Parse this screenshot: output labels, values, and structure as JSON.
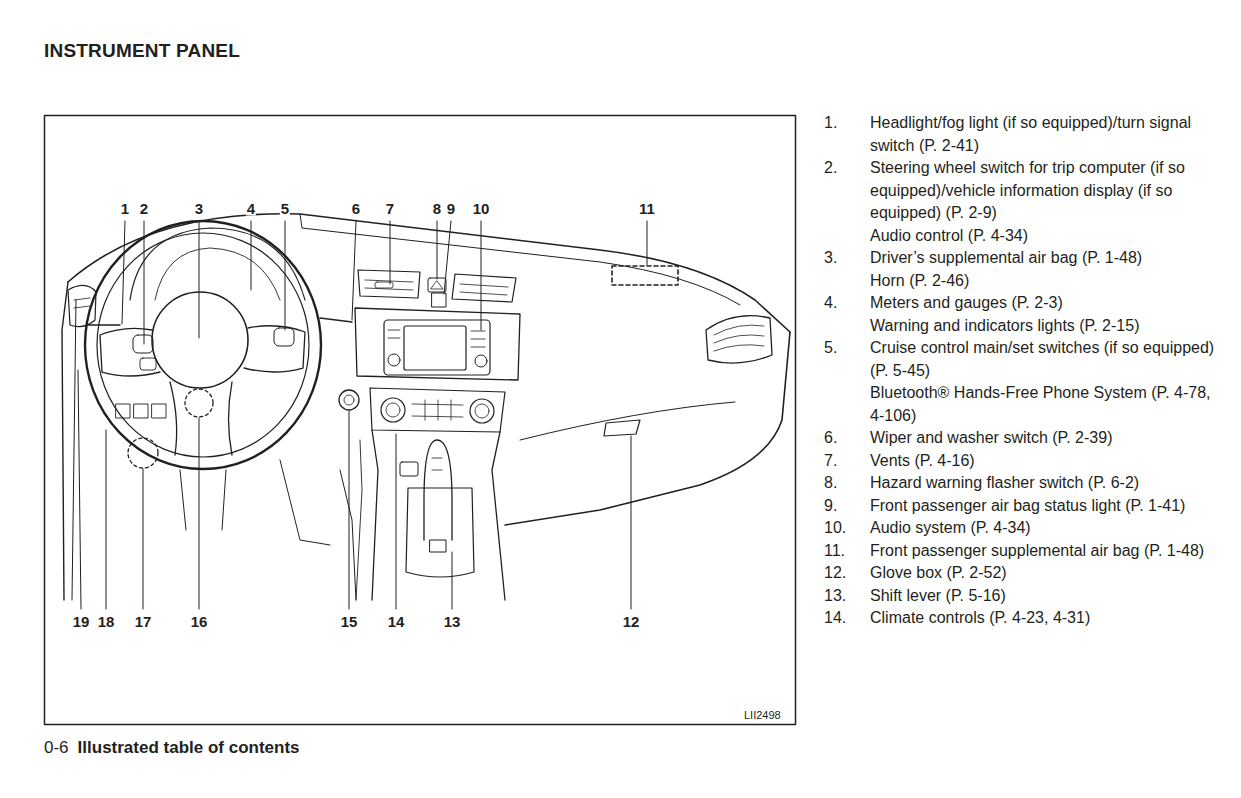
{
  "diagram": {
    "title": "INSTRUMENT PANEL",
    "labels": [
      "1",
      "2",
      "3",
      "4",
      "5",
      "6",
      "7",
      "8",
      "9",
      "10",
      "11",
      "19",
      "18",
      "17",
      "16",
      "15",
      "14",
      "13",
      "12",
      "1.",
      "Headlight/fog light (if so equipped)/turn signal switch (P. 2-41)",
      "2.",
      "Steering wheel switch for trip computer (if so equipped)/vehicle information display (if so equipped) (P. 2-9)",
      "Audio control (P. 4-34)",
      "3.",
      "Driver’s supplemental air bag (P. 1-48)",
      "Horn (P. 2-46)",
      "4.",
      "Meters and gauges (P. 2-3)",
      "Warning and indicators lights (P. 2-15)",
      "5.",
      "Cruise control main/set switches (if so equipped) (P. 5-45)",
      "Bluetooth® Hands-Free Phone System (P. 4-78, 4-106)",
      "6.",
      "Wiper and washer switch (P. 2-39)",
      "7.",
      "Vents (P. 4-16)",
      "8.",
      "Hazard warning flasher switch (P. 6-2)",
      "9.",
      "Front passenger air bag status light (P. 1-41)",
      "10.",
      "Audio system (P. 4-34)",
      "11.",
      "Front passenger supplemental air bag (P. 1-48)",
      "12.",
      "Glove box (P. 2-52)",
      "13.",
      "Shift lever (P. 5-16)",
      "14.",
      "Climate controls (P. 4-23, 4-31)",
      "LII2498",
      "0-6",
      "Illustrated table of contents"
    ]
  }
}
